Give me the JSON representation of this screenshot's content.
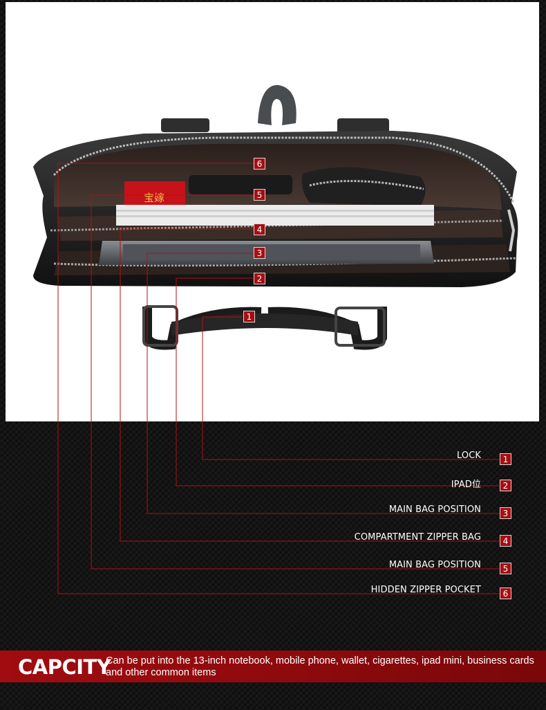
{
  "callouts": [
    {
      "number": "1",
      "label": "LOCK"
    },
    {
      "number": "2",
      "label": "IPAD位"
    },
    {
      "number": "3",
      "label": "MAIN BAG POSITION"
    },
    {
      "number": "4",
      "label": "COMPARTMENT ZIPPER BAG"
    },
    {
      "number": "5",
      "label": "MAIN BAG POSITION"
    },
    {
      "number": "6",
      "label": "HIDDEN ZIPPER POCKET"
    }
  ],
  "card_text": "宝嫁",
  "banner": {
    "title": "CAPCITY",
    "description": "Can be put into the 13-inch notebook, mobile phone, wallet, cigarettes, ipad mini, business cards and other common items"
  },
  "colors": {
    "accent": "#a50f12",
    "leader_line": "#b01015",
    "background": "#141414"
  }
}
